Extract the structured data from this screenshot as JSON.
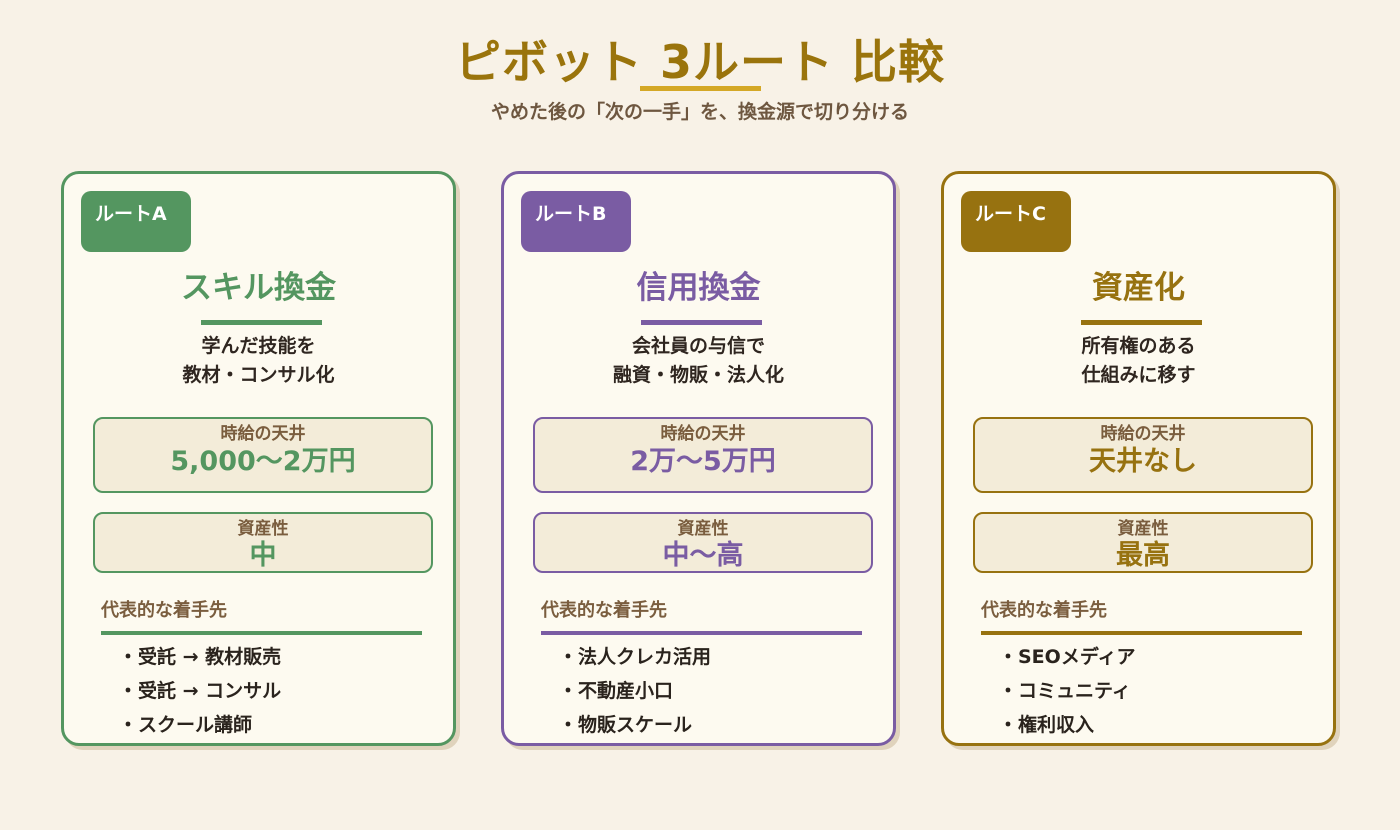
{
  "header": {
    "title": "ピボット 3ルート 比較",
    "subtitle": "やめた後の「次の一手」を、換金源で切り分ける"
  },
  "colors": {
    "background": "#f8f2e7",
    "title": "#9a740c",
    "title_underline": "#d4a826",
    "route_a": "#549660",
    "route_b": "#7a5ca3",
    "route_c": "#977210"
  },
  "routes": [
    {
      "badge": "ルートA",
      "name": "スキル換金",
      "desc_line1": "学んだ技能を",
      "desc_line2": "教材・コンサル化",
      "rate_label": "時給の天井",
      "rate_value": "5,000〜2万円",
      "asset_label": "資産性",
      "asset_value": "中",
      "examples_label": "代表的な着手先",
      "bullet": "・",
      "examples": [
        "受託 → 教材販売",
        "受託 → コンサル",
        "スクール講師"
      ]
    },
    {
      "badge": "ルートB",
      "name": "信用換金",
      "desc_line1": "会社員の与信で",
      "desc_line2": "融資・物販・法人化",
      "rate_label": "時給の天井",
      "rate_value": "2万〜5万円",
      "asset_label": "資産性",
      "asset_value": "中〜高",
      "examples_label": "代表的な着手先",
      "bullet": "・",
      "examples": [
        "法人クレカ活用",
        "不動産小口",
        "物販スケール"
      ]
    },
    {
      "badge": "ルートC",
      "name": "資産化",
      "desc_line1": "所有権のある",
      "desc_line2": "仕組みに移す",
      "rate_label": "時給の天井",
      "rate_value": "天井なし",
      "asset_label": "資産性",
      "asset_value": "最高",
      "examples_label": "代表的な着手先",
      "bullet": "・",
      "examples": [
        "SEOメディア",
        "コミュニティ",
        "権利収入"
      ]
    }
  ]
}
